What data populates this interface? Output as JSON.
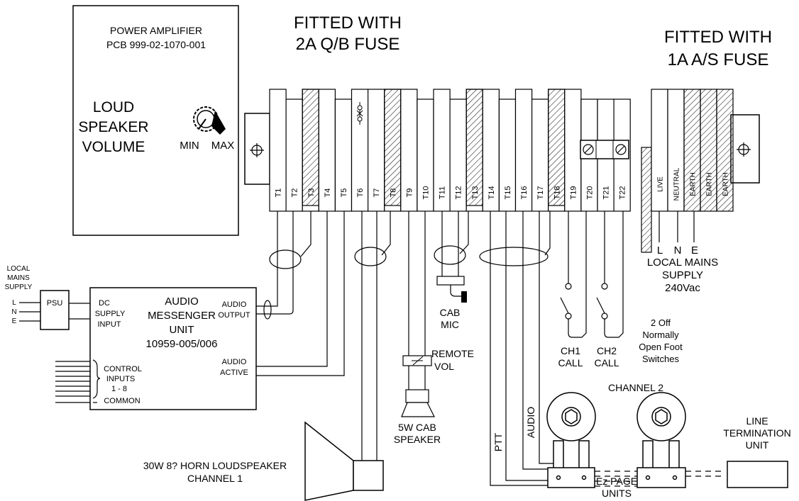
{
  "amplifier": {
    "title_line1": "POWER AMPLIFIER",
    "title_line2": "PCB 999-02-1070-001",
    "volume_line1": "LOUD",
    "volume_line2": "SPEAKER",
    "volume_line3": "VOLUME",
    "min_label": "MIN",
    "max_label": "MAX"
  },
  "fuse_left": {
    "line1": "FITTED WITH",
    "line2": "2A Q/B FUSE"
  },
  "fuse_right": {
    "line1": "FITTED WITH",
    "line2": "1A A/S FUSE"
  },
  "terminals": [
    "T1",
    "T2",
    "T3",
    "T4",
    "T5",
    "T6",
    "T7",
    "T8",
    "T9",
    "T10",
    "T11",
    "T12",
    "T13",
    "T14",
    "T15",
    "T16",
    "T17",
    "T18",
    "T19",
    "T20",
    "T21",
    "T22"
  ],
  "mains_terminals": [
    "LIVE",
    "NEUTRAL",
    "EARTH",
    "EARTH",
    "EARTH"
  ],
  "mains_supply": {
    "l": "L",
    "n": "N",
    "e": "E",
    "line1": "LOCAL MAINS",
    "line2": "SUPPLY",
    "line3": "240Vac"
  },
  "local_supply": {
    "line1": "LOCAL",
    "line2": "MAINS",
    "line3": "SUPPLY",
    "l": "L",
    "n": "N",
    "e": "E"
  },
  "psu": "PSU",
  "messenger": {
    "dc_line1": "DC",
    "dc_line2": "SUPPLY",
    "dc_line3": "INPUT",
    "name_line1": "AUDIO",
    "name_line2": "MESSENGER",
    "name_line3": "UNIT",
    "name_line4": "10959-005/006",
    "out_line1": "AUDIO",
    "out_line2": "OUTPUT",
    "active_line1": "AUDIO",
    "active_line2": "ACTIVE",
    "ctrl_line1": "CONTROL",
    "ctrl_line2": "INPUTS",
    "ctrl_line3": "1 - 8",
    "common": "COMMON"
  },
  "cab_mic": {
    "line1": "CAB",
    "line2": "MIC"
  },
  "remote_vol": {
    "line1": "REMOTE",
    "line2": "VOL"
  },
  "cab_speaker": {
    "line1": "5W CAB",
    "line2": "SPEAKER"
  },
  "horn": {
    "line1": "30W 8? HORN LOUDSPEAKER",
    "line2": "CHANNEL 1"
  },
  "ch1": {
    "line1": "CH1",
    "line2": "CALL"
  },
  "ch2": {
    "line1": "CH2",
    "line2": "CALL"
  },
  "switches": {
    "line1": "2 Off",
    "line2": "Normally",
    "line3": "Open Foot",
    "line4": "Switches"
  },
  "channel2": "CHANNEL 2",
  "ptt": "PTT",
  "audio": "AUDIO",
  "ez_page": {
    "line1": "Ez PAGE",
    "line2": "UNITS"
  },
  "line_term": {
    "line1": "LINE",
    "line2": "TERMINATION",
    "line3": "UNIT"
  }
}
